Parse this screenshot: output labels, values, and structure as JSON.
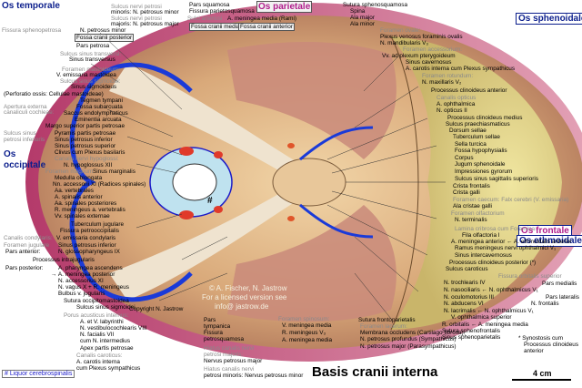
{
  "title": "Basis cranii interna",
  "scale": "4 cm",
  "legend": "# Liquor cerebrospinalis",
  "watermark": [
    "© A. Fischer, N. Jastrow",
    "For a licensed version see",
    "info@ jastrow.de"
  ],
  "copyright": "Copyright N. Jastrow",
  "regions": {
    "os_temporale": "Os temporale",
    "os_parietale": "Os parietale",
    "os_sphenoidale": "Os sphenoidale",
    "os_occipitale": "Os occipitale",
    "os_frontale": "Os frontale",
    "os_ethmoidale": "Os ethmoidale"
  },
  "labels": [
    "Sulcus nervi petrosi",
    "minoris: N. petrosus minor",
    "Sulcus nervi petrosi",
    "majoris: N. petrosus major",
    "Fissura sphenopetrosa",
    "N. petrosus minor",
    "Fossa cranii posterior",
    "Pars petrosa",
    "Sulcus sinus transversi:",
    "Sinus transversus",
    "Foramen mastoideum:",
    "V. emissaria mastoidea",
    "Sulcus sinus sigmoidei:",
    "Sinus sigmoideus",
    "(Perforatio ossis: Cellulae mastoideae)",
    "Tegmen tympani",
    "Apertura externa",
    "canaliculi  cochleae:",
    "Fossa subarcuata",
    "Saccus endolymphaticus",
    "Eminentia arcuata",
    "Margo superior partis petrosae",
    "Sulcus sinus",
    "petrosi inferioris",
    "Pyramis partis petrosae",
    "Sinus petrosus inferior",
    "Sinus petrosus superior",
    "Clivus cum Plexus basilaris",
    "Canalis nervi hypoglossi:",
    "N. hypoglossus XII",
    "Foramen magnum:",
    "Sinus marginalis",
    "Medulla oblongata",
    "Nn. accessorii XI (Radices spinales)",
    "Aa. vertebrales",
    "A. spinalis anterior",
    "Aa. spinales posteriores",
    "R. meningeus a. vertebralis",
    "Vv. spinales externae",
    "Tuberculum jugulare",
    "Fissura petrooccipitalis",
    "Canalis condylaris:",
    "V. emissaria condylaris",
    "Foramen jugulare",
    "Pars anterior:",
    "Sinus petrosus inferior",
    "N. glossopharyngeus IX",
    "Processus intrajugularis",
    "Pars posterior:",
    "A. pharyngea ascendens",
    "→ A. meningea posterior",
    "N. accessorius XI",
    "N. vagus X + R. meningeus",
    "Bulbus v. jugularis",
    "Sutura occipitomastoidea",
    "Sulcus sinus sigmoidei",
    "Porus acusticus internus:",
    "A. et V. labyrinthi",
    "N. vestibulocochlearis VIII",
    "N. facialis VII",
    "cum N. intermedius",
    "Apex partis petrosae",
    "Canalis caroticus:",
    "A. carotis interna",
    "cum Plexus sympathicus",
    "Pars squamosa",
    "Fissura parietosquamosa",
    "Sulci arteriosi",
    "A. meningea media (Rami)",
    "Fossa cranii media",
    "Fossa cranii anterior",
    "Sutura sphenosquamosa",
    "Spina",
    "Ala major",
    "Ala minor",
    "Foramen ovale:",
    "Plexus venosus foraminis ovalis",
    "N. mandibularis V₃",
    "Foramen accessorium:",
    "Vv. ad plexum pterygoideum",
    "Sinus cavernosus",
    "A. carotis interna cum Plexus sympathicus",
    "Foramen rotundum:",
    "N. maxillaris V₂",
    "Processus clinoideus anterior",
    "Canalis opticus",
    "A. ophthalmica",
    "N. opticus II",
    "Processus clinoideus medius",
    "Sulcus praechiasmaticus",
    "Dorsum sellae",
    "Tuberculum sellae",
    "Sella turcica",
    "Fossa hypophysialis",
    "Corpus",
    "Jugum sphenoidale",
    "Impressiones gyrorum",
    "Sulcus sinus sagittalis superioris",
    "Crista frontalis",
    "Crista galli",
    "Foramen caecum: Falx cerebri (V. emissaria)",
    "Ala cristae galli",
    "Foramen olfactorium",
    "N. terminalis",
    "Lamina cribrosa cum Foramina:",
    "Fila olfactoria I",
    "A. meningea anterior ← A. ethmoidalis anterior",
    "Ramus meningeus nervi ophthalmici V₁",
    "Sinus intercavernosus",
    "Processus clinoideus posterior (*)",
    "Sulcus caroticus",
    "Fissura orbitalis superior",
    "N. trochlearis IV",
    "Pars medialis",
    "N. nasociliaris ← N. ophthalmicus V₁",
    "N. oculomotorius III",
    "Pars lateralis",
    "N. abducens VI",
    "N. frontalis",
    "N. lacrimalis ← N. ophthalmicus V₁",
    "V. ophthalmica superior",
    "R. orbitalis ← A. meningea media",
    "Sutura sphenofrontalis",
    "Sinus sphenoparietalis",
    "* Synostosis cum",
    "Processus clinoideus",
    "anterior",
    "Sutura frontoparietalis",
    "Foramen lacerum:",
    "Membrana occludens (Cartilago fibrosa)",
    "N. petrosus profundus (Sympathicus)",
    "N. petrosus major (Parasympathicus)",
    "Foramen spinosum:",
    "V. meningea media",
    "R. meningeus V₃",
    "A. meningea media",
    "Pars",
    "tympanica",
    "Fissura",
    "petrosquamosa",
    "Hiatus canalis nervi",
    "petrosi majoris:",
    "Nervus petrosus major",
    "Hiatus canalis nervi",
    "petrosi minoris: Nervus petrosus minor"
  ]
}
